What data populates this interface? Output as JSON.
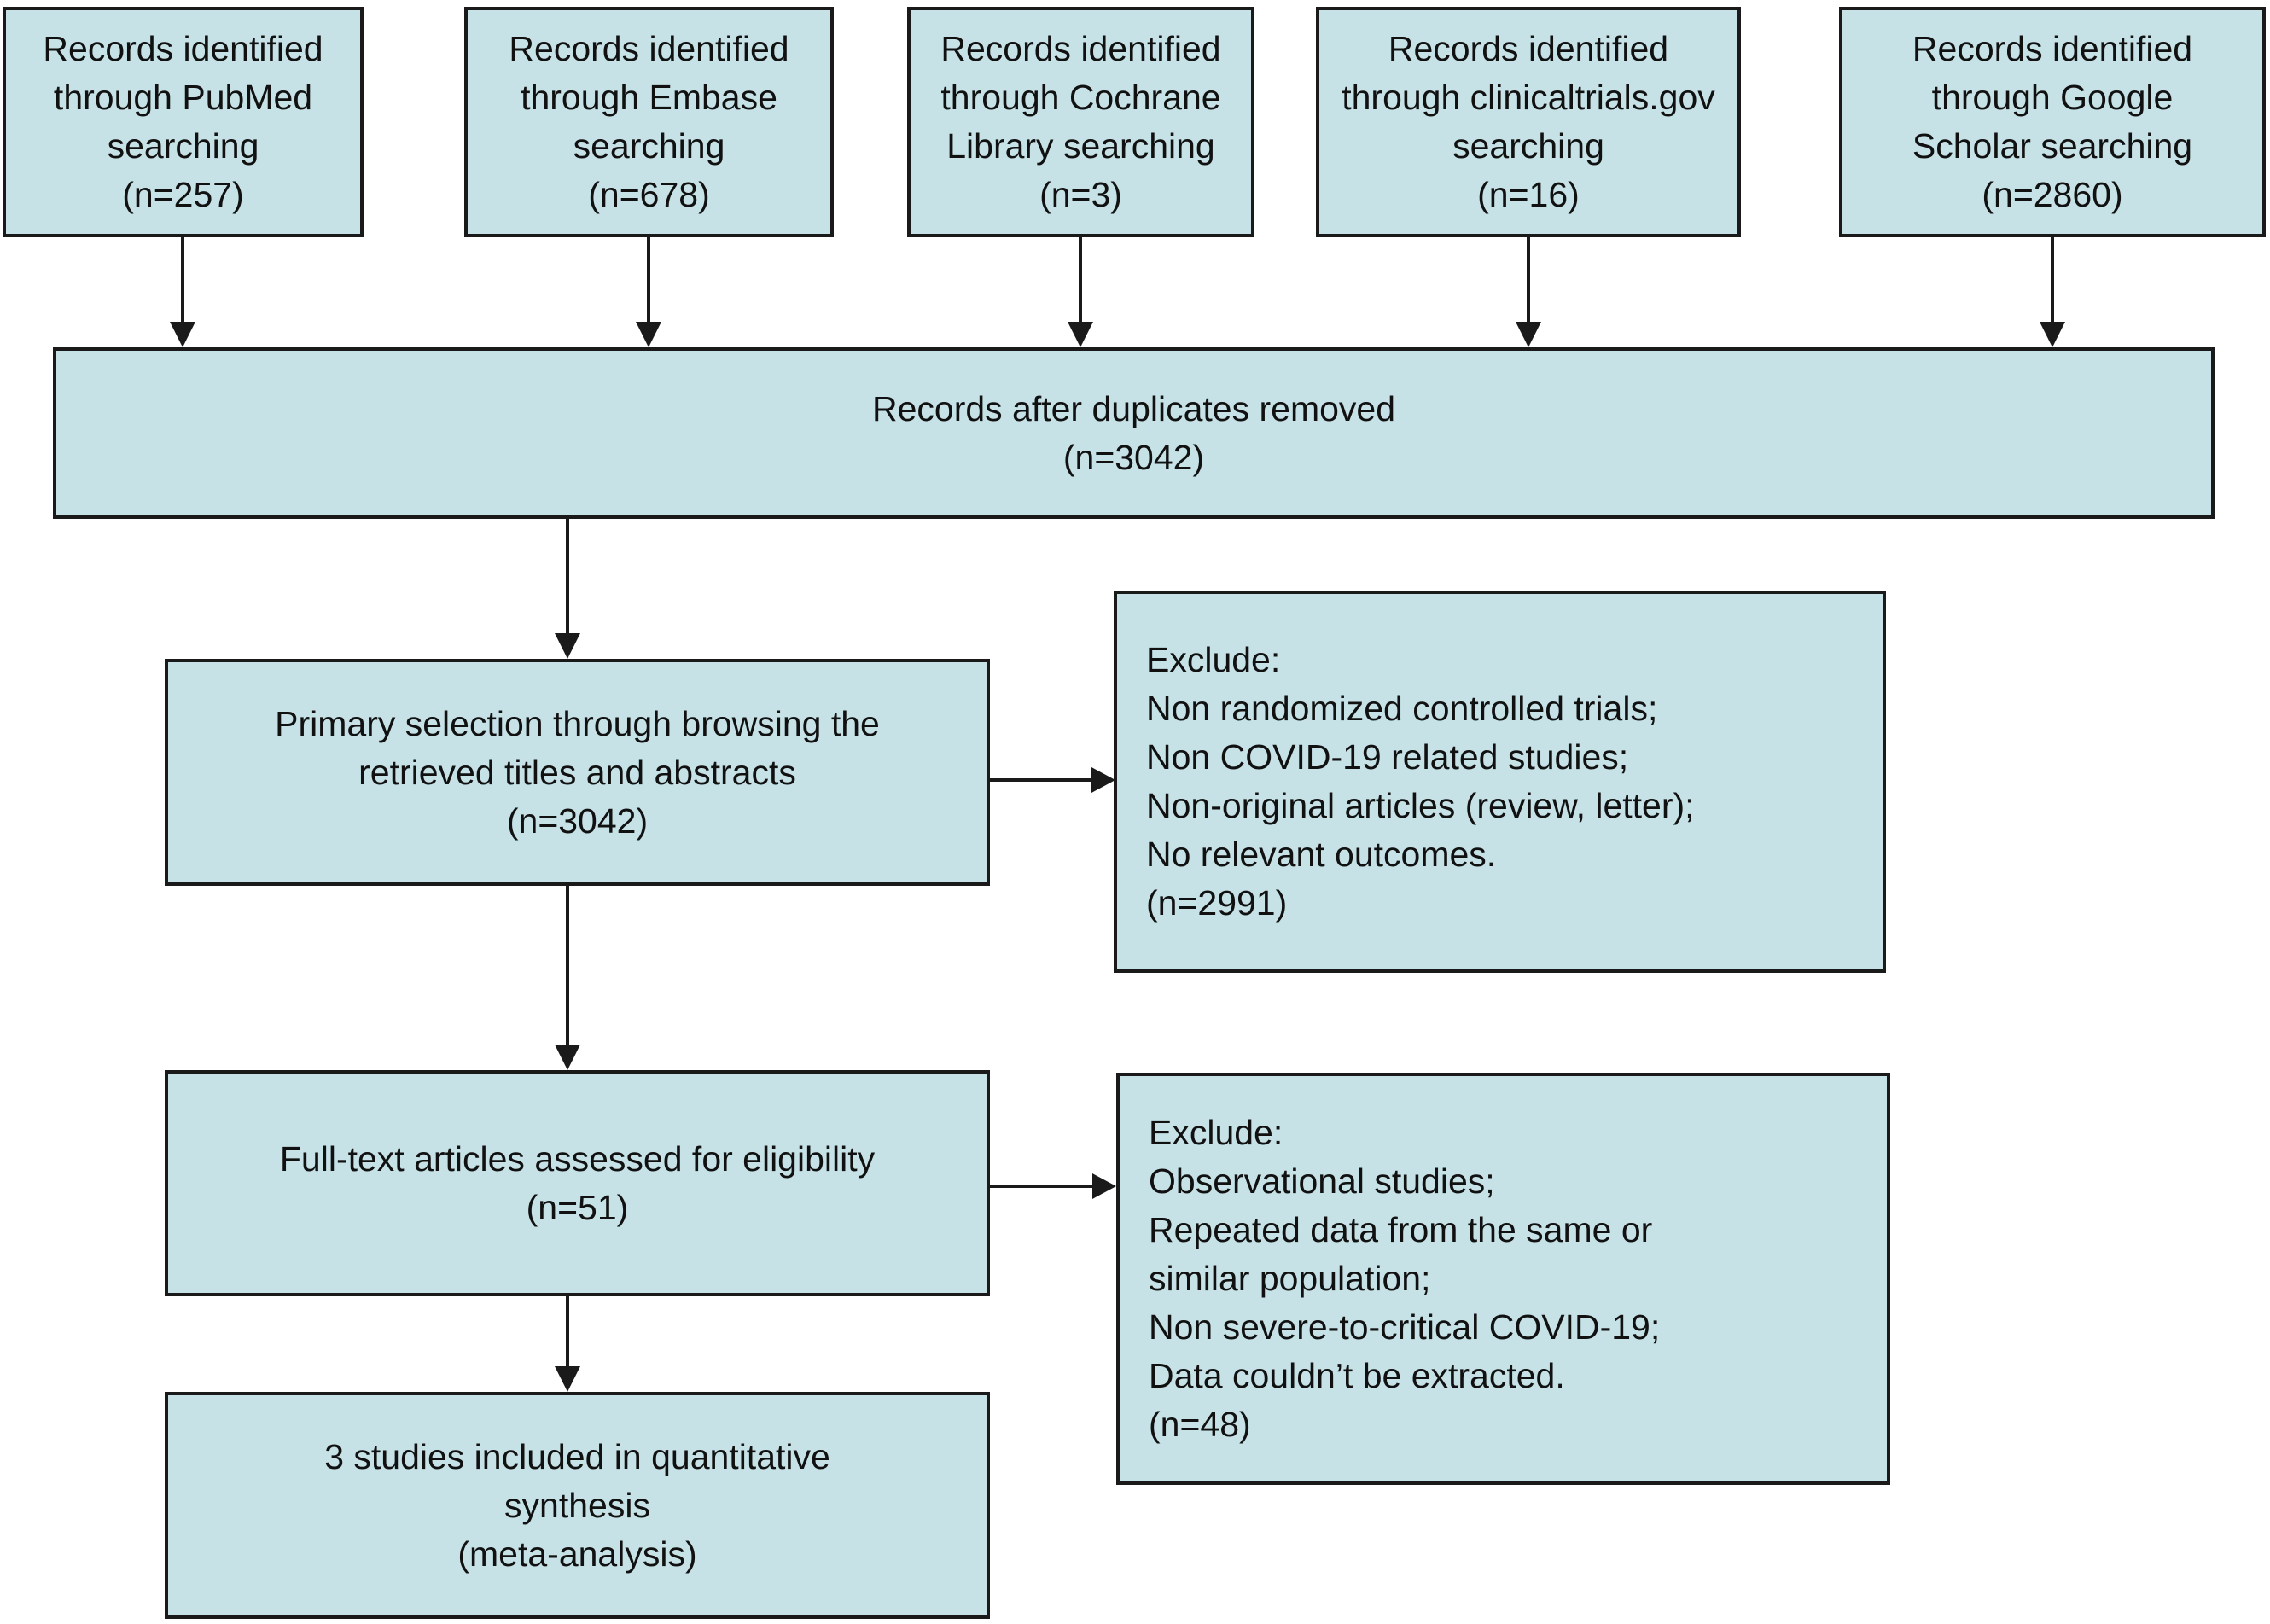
{
  "diagram": {
    "type": "prisma-flowchart",
    "colors": {
      "box_fill": "#c6e2e7",
      "box_border": "#1a1a1a",
      "arrow": "#1a1a1a",
      "text": "#111111",
      "background": "#ffffff"
    },
    "sources": [
      {
        "lines": [
          "Records identified",
          "through PubMed",
          "searching",
          "(n=257)"
        ]
      },
      {
        "lines": [
          "Records identified",
          "through Embase",
          "searching",
          "(n=678)"
        ]
      },
      {
        "lines": [
          "Records identified",
          "through Cochrane",
          "Library searching",
          "(n=3)"
        ]
      },
      {
        "lines": [
          "Records identified",
          "through clinicaltrials.gov",
          "searching",
          "(n=16)"
        ]
      },
      {
        "lines": [
          "Records identified",
          "through Google",
          "Scholar searching",
          "(n=2860)"
        ]
      }
    ],
    "duplicates": {
      "lines": [
        "Records after duplicates removed",
        "(n=3042)"
      ]
    },
    "primary": {
      "lines": [
        "Primary selection through browsing the",
        "retrieved titles and abstracts",
        "(n=3042)"
      ]
    },
    "exclude1": {
      "lines": [
        "Exclude:",
        "Non randomized controlled trials;",
        "Non COVID-19 related studies;",
        "Non-original articles (review, letter);",
        "No relevant outcomes.",
        "(n=2991)"
      ]
    },
    "fulltext": {
      "lines": [
        "Full-text articles assessed for eligibility",
        "(n=51)"
      ]
    },
    "exclude2": {
      "lines": [
        "Exclude:",
        "Observational studies;",
        "Repeated data from the same or",
        "similar population;",
        "Non severe-to-critical COVID-19;",
        "Data couldn’t be extracted.",
        "(n=48)"
      ]
    },
    "included": {
      "lines": [
        "3 studies included in quantitative",
        "synthesis",
        "(meta-analysis)"
      ]
    }
  }
}
